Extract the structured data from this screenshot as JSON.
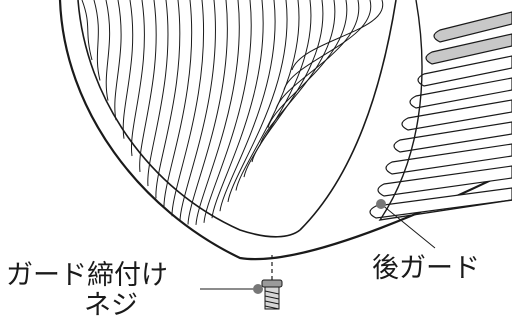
{
  "labels": {
    "guard_screw_line1": "ガード締付け",
    "guard_screw_line2": "ネジ",
    "rear_guard": "後ガード"
  },
  "colors": {
    "line": "#1a1a1a",
    "screw_fill": "#9a9a9a",
    "screw_dark": "#555555",
    "grille_fill": "#c8c8c8"
  }
}
